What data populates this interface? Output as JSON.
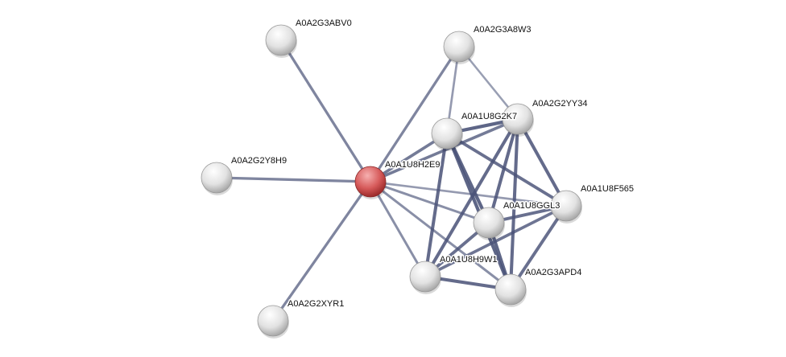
{
  "network": {
    "query_node": "A0A1U8H2E9",
    "colors": {
      "query": "#d9534f",
      "node": "#e6e6e6",
      "edge": "#4a5378"
    },
    "nodes": [
      {
        "id": "A0A2G3ABV0",
        "query": false
      },
      {
        "id": "A0A2G3A8W3",
        "query": false
      },
      {
        "id": "A0A2G2YY34",
        "query": false
      },
      {
        "id": "A0A1U8G2K7",
        "query": false
      },
      {
        "id": "A0A2G2Y8H9",
        "query": false
      },
      {
        "id": "A0A1U8H2E9",
        "query": true
      },
      {
        "id": "A0A1U8F565",
        "query": false
      },
      {
        "id": "A0A1U8GGL3",
        "query": false
      },
      {
        "id": "A0A1U8H9W1",
        "query": false
      },
      {
        "id": "A0A2G3APD4",
        "query": false
      },
      {
        "id": "A0A2G2XYR1",
        "query": false
      }
    ],
    "edges": [
      [
        "A0A1U8H2E9",
        "A0A2G3ABV0",
        0.6
      ],
      [
        "A0A1U8H2E9",
        "A0A2G2Y8H9",
        0.6
      ],
      [
        "A0A1U8H2E9",
        "A0A2G2XYR1",
        0.6
      ],
      [
        "A0A1U8H2E9",
        "A0A2G3A8W3",
        0.6
      ],
      [
        "A0A1U8H2E9",
        "A0A1U8G2K7",
        0.7
      ],
      [
        "A0A1U8H2E9",
        "A0A2G2YY34",
        0.7
      ],
      [
        "A0A1U8H2E9",
        "A0A1U8GGL3",
        0.5
      ],
      [
        "A0A1U8H2E9",
        "A0A1U8F565",
        0.4
      ],
      [
        "A0A1U8H2E9",
        "A0A1U8H9W1",
        0.5
      ],
      [
        "A0A1U8H2E9",
        "A0A2G3APD4",
        0.5
      ],
      [
        "A0A2G3A8W3",
        "A0A1U8G2K7",
        0.4
      ],
      [
        "A0A2G3A8W3",
        "A0A2G2YY34",
        0.35
      ],
      [
        "A0A1U8G2K7",
        "A0A2G2YY34",
        0.9
      ],
      [
        "A0A1U8G2K7",
        "A0A1U8F565",
        0.8
      ],
      [
        "A0A1U8G2K7",
        "A0A1U8GGL3",
        0.9
      ],
      [
        "A0A1U8G2K7",
        "A0A2G3APD4",
        0.9
      ],
      [
        "A0A1U8G2K7",
        "A0A1U8H9W1",
        0.85
      ],
      [
        "A0A2G2YY34",
        "A0A1U8F565",
        0.85
      ],
      [
        "A0A2G2YY34",
        "A0A1U8GGL3",
        0.85
      ],
      [
        "A0A2G2YY34",
        "A0A1U8H9W1",
        0.85
      ],
      [
        "A0A2G2YY34",
        "A0A2G3APD4",
        0.85
      ],
      [
        "A0A1U8GGL3",
        "A0A1U8F565",
        0.8
      ],
      [
        "A0A1U8GGL3",
        "A0A1U8H9W1",
        0.8
      ],
      [
        "A0A1U8GGL3",
        "A0A2G3APD4",
        0.9
      ],
      [
        "A0A1U8F565",
        "A0A1U8H9W1",
        0.75
      ],
      [
        "A0A1U8F565",
        "A0A2G3APD4",
        0.8
      ],
      [
        "A0A1U8H9W1",
        "A0A2G3APD4",
        0.85
      ]
    ]
  }
}
